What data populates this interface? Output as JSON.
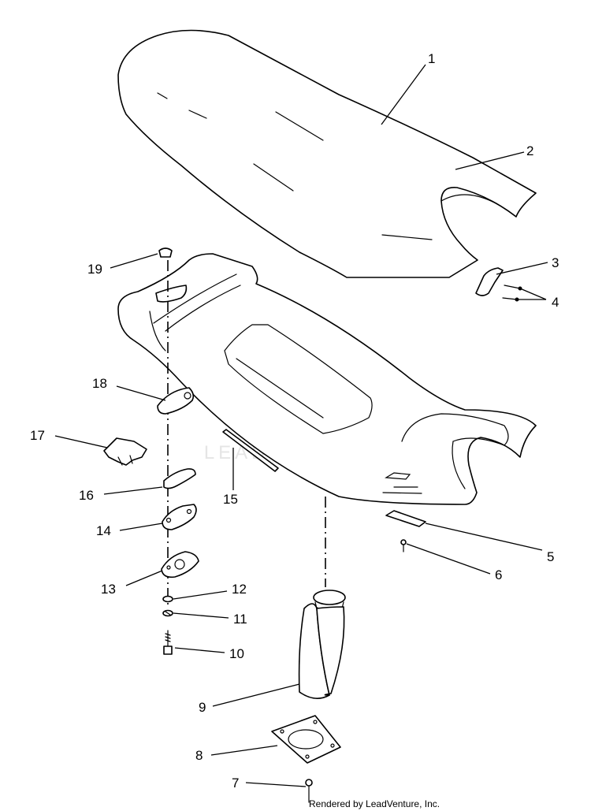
{
  "diagram": {
    "callouts": {
      "c1": "1",
      "c2": "2",
      "c3": "3",
      "c4": "4",
      "c5": "5",
      "c6": "6",
      "c7": "7",
      "c8": "8",
      "c9": "9",
      "c10": "10",
      "c11": "11",
      "c12": "12",
      "c13": "13",
      "c14": "14",
      "c15": "15",
      "c16": "16",
      "c17": "17",
      "c18": "18",
      "c19": "19"
    },
    "watermark": "LEADVENTURE",
    "credit": "Rendered by LeadVenture, Inc."
  },
  "colors": {
    "line": "#000000",
    "background": "#ffffff",
    "watermark": "#d4d4d4"
  }
}
